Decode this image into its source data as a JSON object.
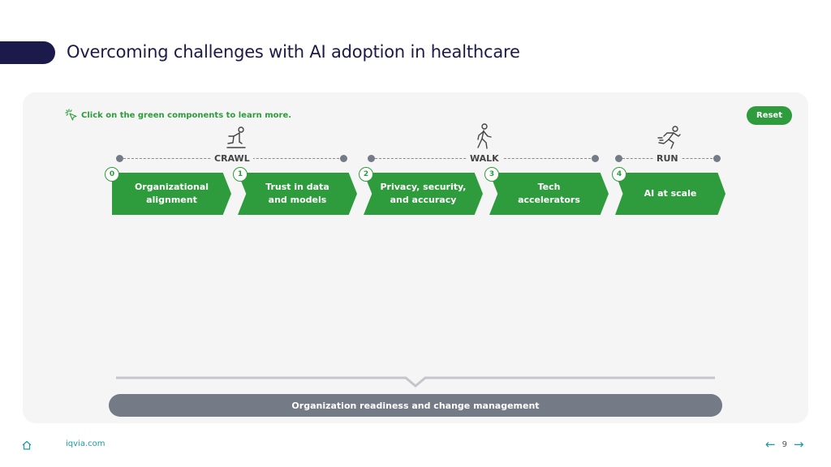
{
  "header": {
    "title": "Overcoming challenges with AI adoption in healthcare"
  },
  "hint": {
    "text": "Click on the green components to learn more.",
    "icon": "sparkle-cursor-icon"
  },
  "reset_label": "Reset",
  "stages": [
    {
      "label": "CRAWL",
      "icon": "crawling-person-icon"
    },
    {
      "label": "WALK",
      "icon": "walking-person-icon"
    },
    {
      "label": "RUN",
      "icon": "running-person-icon"
    }
  ],
  "steps": [
    {
      "number": "0",
      "label": "Organizational\nalignment"
    },
    {
      "number": "1",
      "label": "Trust in data\nand models"
    },
    {
      "number": "2",
      "label": "Privacy, security,\nand accuracy"
    },
    {
      "number": "3",
      "label": "Tech\naccelerators"
    },
    {
      "number": "4",
      "label": "AI at scale"
    }
  ],
  "foundation_label": "Organization readiness and change management",
  "footer": {
    "site": "iqvia.com",
    "page": "9",
    "prev_icon": "arrow-left-icon",
    "next_icon": "arrow-right-icon",
    "home_icon": "home-icon"
  },
  "colors": {
    "green": "#2e9c3c",
    "navy": "#1c1a4a",
    "gray": "#757a87",
    "teal": "#1a9ba3"
  }
}
